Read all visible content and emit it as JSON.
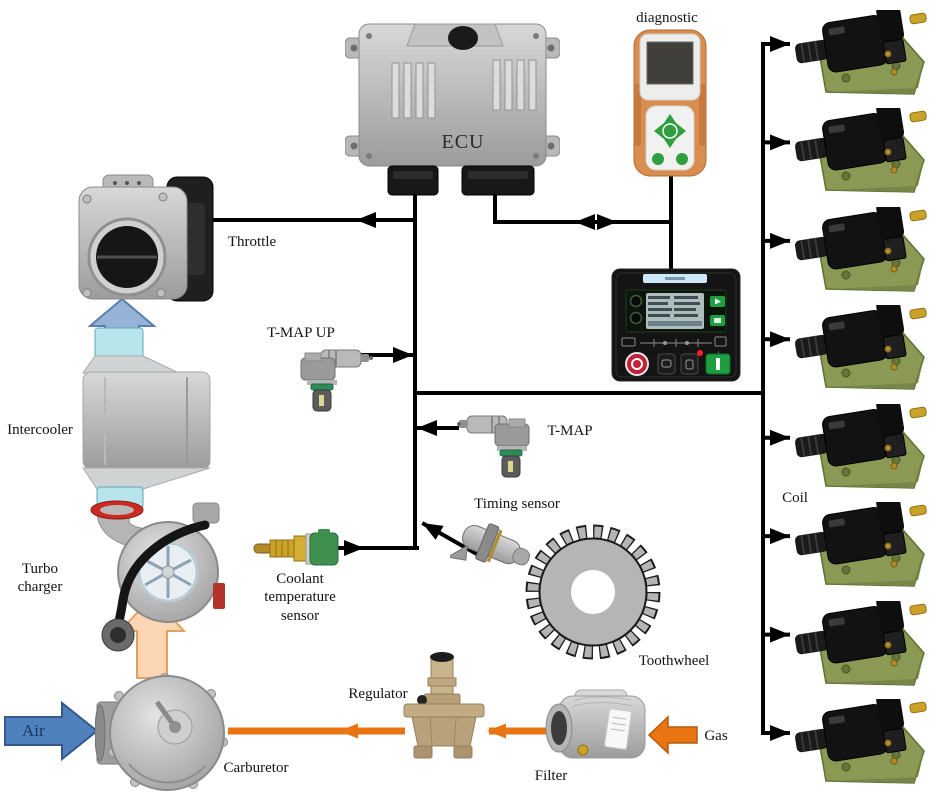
{
  "labels": {
    "ecu": "ECU",
    "diagnostic": "diagnostic",
    "throttle": "Throttle",
    "tmap_up": "T-MAP UP",
    "tmap": "T-MAP",
    "timing_sensor": "Timing sensor",
    "toothwheel": "Toothwheel",
    "coil": "Coil",
    "intercooler": "Intercooler",
    "turbo_charger": "Turbo charger",
    "coolant_sensor": "Coolant temperature sensor",
    "carburetor": "Carburetor",
    "regulator": "Regulator",
    "filter": "Filter",
    "gas": "Gas",
    "air": "Air"
  },
  "coils": {
    "count": 8
  },
  "colors": {
    "line": "#000000",
    "gas_flow": "#e87511",
    "air_arrow": "#4f81bd",
    "flow_arrow_blue": "#95b3d7",
    "flow_arrow_tan": "#fcd5b4",
    "coil_plate": "#8a9a55",
    "gear_fill": "#b5b5b5",
    "diagnostic_body": "#d98d4f",
    "button_red": "#c5203a",
    "button_green": "#1f9e3f",
    "lcd": "#aebdb9",
    "intercooler_port": "#b8e4ec",
    "sensor_green": "#3f8f4f"
  }
}
